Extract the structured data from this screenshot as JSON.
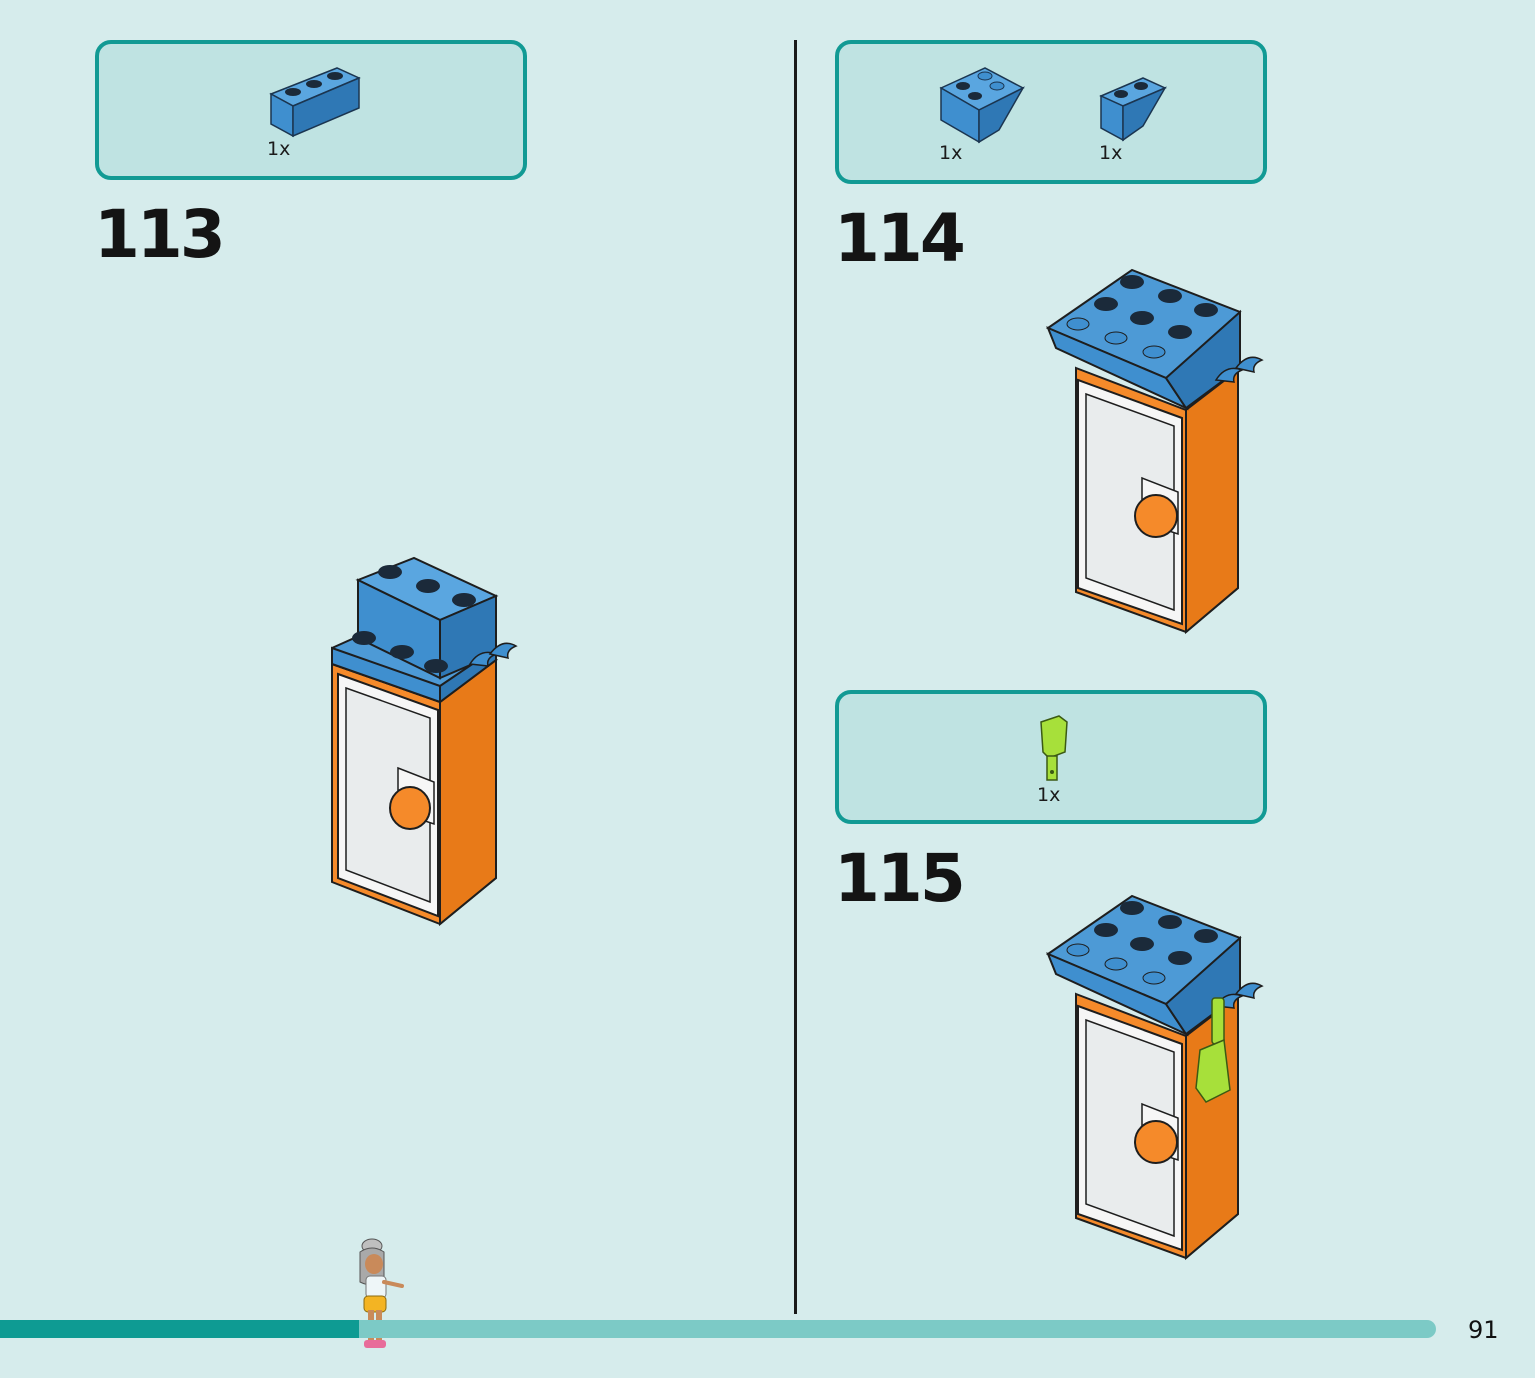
{
  "steps": [
    {
      "number": "113",
      "parts": [
        {
          "name": "brick-1x3-blue",
          "qty": "1x"
        }
      ]
    },
    {
      "number": "114",
      "parts": [
        {
          "name": "slope-inverted-2x2-blue",
          "qty": "1x"
        },
        {
          "name": "slope-inverted-1x2-blue",
          "qty": "1x"
        }
      ]
    },
    {
      "number": "115",
      "parts": [
        {
          "name": "cleaver-lime",
          "qty": "1x"
        }
      ]
    }
  ],
  "page": {
    "number": "91"
  },
  "progress": {
    "fraction": 0.25
  },
  "colors": {
    "background": "#d6ecec",
    "box_border": "#129a94",
    "box_fill": "#bfe3e2",
    "brick_blue": "#3f8fcf",
    "brick_orange": "#f58a2a",
    "door_white": "#e9eced",
    "lime": "#a7e03a"
  }
}
